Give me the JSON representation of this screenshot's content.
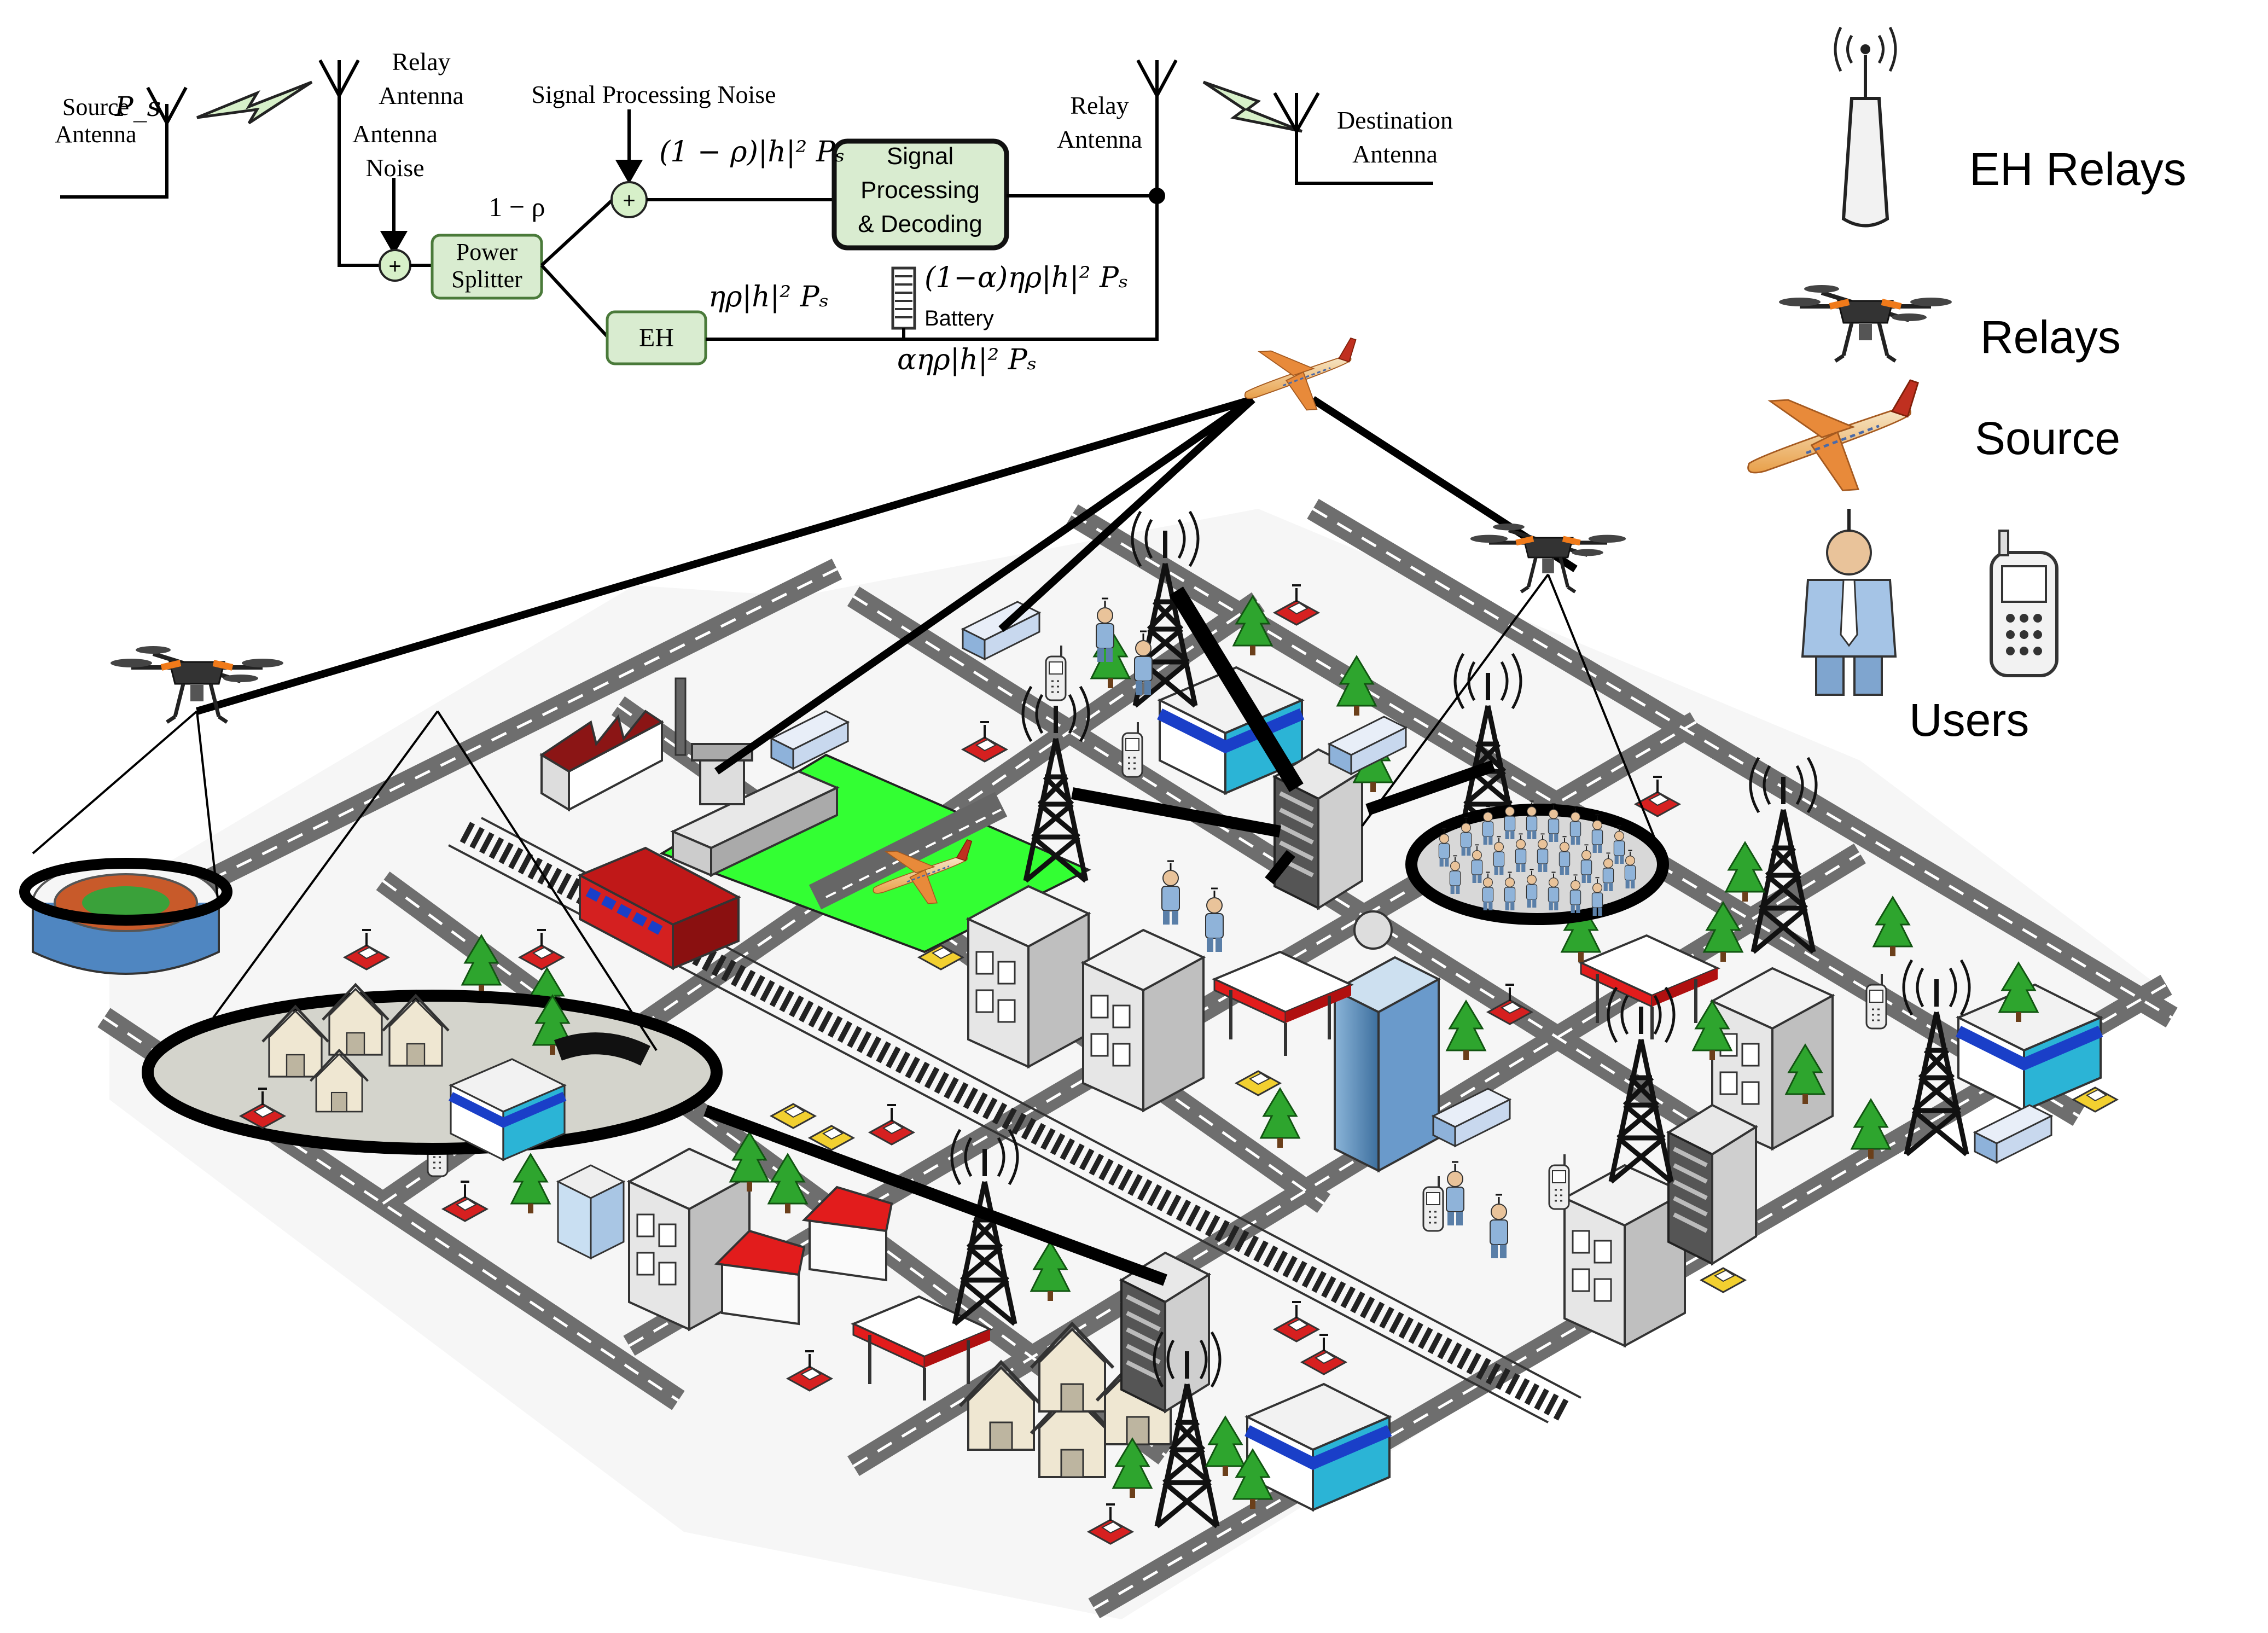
{
  "block_diagram": {
    "source_antenna": "Source Antenna",
    "source_power": "P_s",
    "relay_antenna_in": "Relay Antenna",
    "antenna_noise": "Antenna Noise",
    "signal_processing_noise": "Signal Processing Noise",
    "one_minus_rho": "1 − ρ",
    "power_splitter": "Power Splitter",
    "eh": "EH",
    "signal_block": "Signal Processing & Decoding",
    "relay_antenna_out": "Relay Antenna",
    "destination_antenna": "Destination Antenna",
    "battery": "Battery",
    "expr_info": "(1 − ρ)|h|² Pₛ",
    "expr_eh": "ηρ|h|² Pₛ",
    "expr_battery": "(1−α)ηρ|h|² Pₛ",
    "expr_alpha": "αηρ|h|² Pₛ",
    "adder_symbol": "+"
  },
  "legend": {
    "eh_relays": "EH Relays",
    "relays": "Relays",
    "source": "Source",
    "users": "Users"
  },
  "colors": {
    "block_fill": "#d9ecd0",
    "block_stroke": "#5a8a4a",
    "airport_green": "#33ff33",
    "road": "#6e6e6e",
    "lens_fill": "#d4d4cc"
  }
}
